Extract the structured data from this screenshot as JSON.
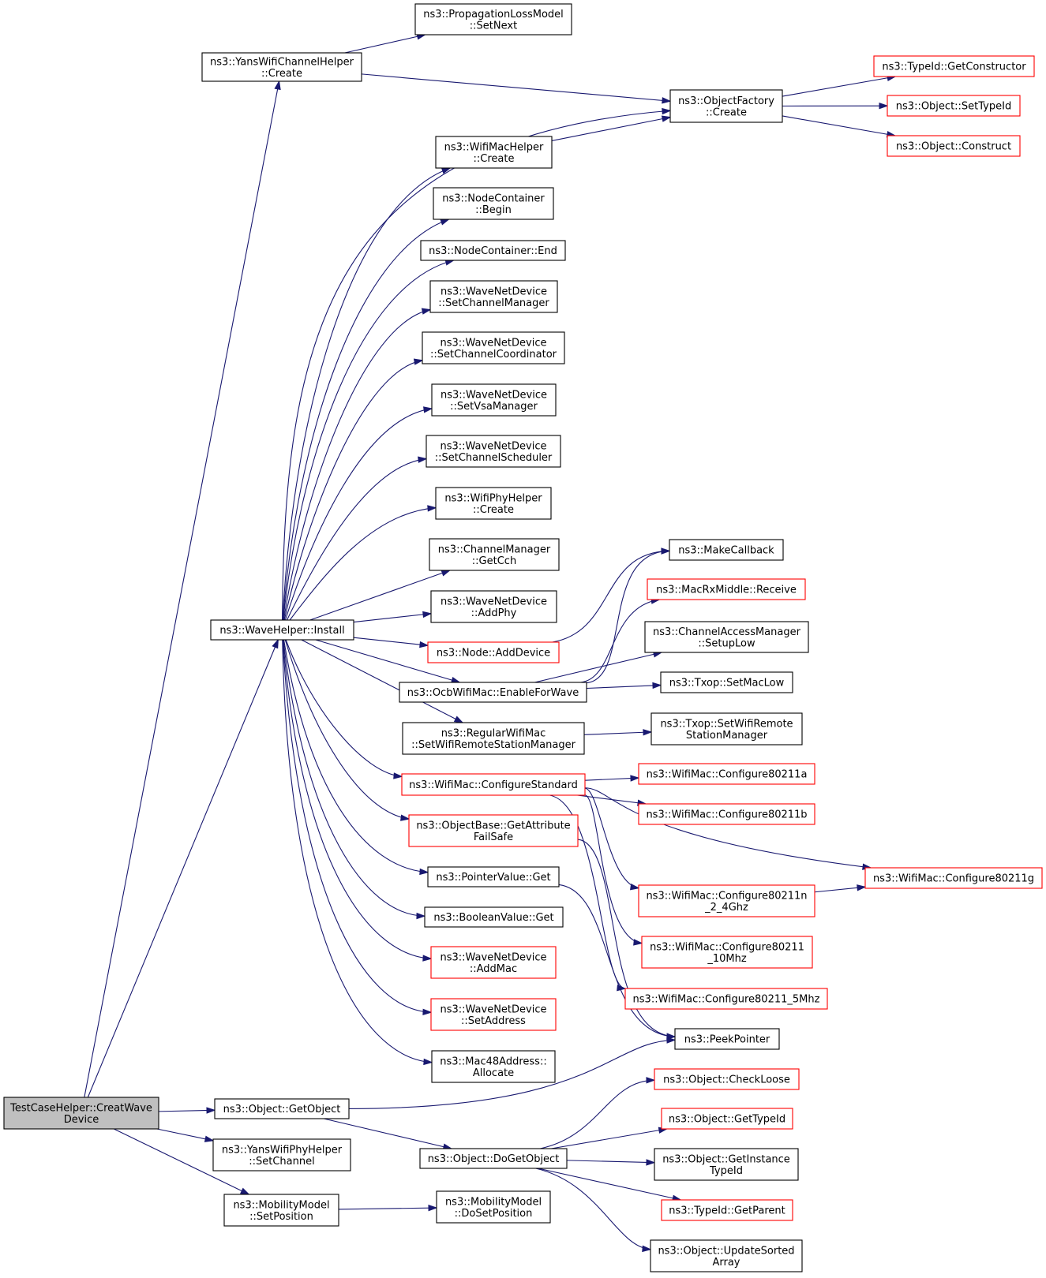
{
  "graph": {
    "nodes": [
      {
        "id": "root",
        "lines": [
          "TestCaseHelper::CreatWave",
          "Device"
        ],
        "style": "root"
      },
      {
        "id": "yans_create",
        "lines": [
          "ns3::YansWifiChannelHelper",
          "::Create"
        ],
        "style": "black"
      },
      {
        "id": "prop_setnext",
        "lines": [
          "ns3::PropagationLossModel",
          "::SetNext"
        ],
        "style": "black"
      },
      {
        "id": "objfactory_create",
        "lines": [
          "ns3::ObjectFactory",
          "::Create"
        ],
        "style": "black"
      },
      {
        "id": "typeid_getconstructor",
        "lines": [
          "ns3::TypeId::GetConstructor"
        ],
        "style": "red"
      },
      {
        "id": "object_settypeid",
        "lines": [
          "ns3::Object::SetTypeId"
        ],
        "style": "red"
      },
      {
        "id": "object_construct",
        "lines": [
          "ns3::Object::Construct"
        ],
        "style": "red"
      },
      {
        "id": "wifimachelper_create",
        "lines": [
          "ns3::WifiMacHelper",
          "::Create"
        ],
        "style": "black"
      },
      {
        "id": "nodecontainer_begin",
        "lines": [
          "ns3::NodeContainer",
          "::Begin"
        ],
        "style": "black"
      },
      {
        "id": "nodecontainer_end",
        "lines": [
          "ns3::NodeContainer::End"
        ],
        "style": "black"
      },
      {
        "id": "wnd_setchannelmanager",
        "lines": [
          "ns3::WaveNetDevice",
          "::SetChannelManager"
        ],
        "style": "black"
      },
      {
        "id": "wnd_setchannelcoordinator",
        "lines": [
          "ns3::WaveNetDevice",
          "::SetChannelCoordinator"
        ],
        "style": "black"
      },
      {
        "id": "wnd_setvsamanager",
        "lines": [
          "ns3::WaveNetDevice",
          "::SetVsaManager"
        ],
        "style": "black"
      },
      {
        "id": "wnd_setchannelscheduler",
        "lines": [
          "ns3::WaveNetDevice",
          "::SetChannelScheduler"
        ],
        "style": "black"
      },
      {
        "id": "wifiphyhelper_create",
        "lines": [
          "ns3::WifiPhyHelper",
          "::Create"
        ],
        "style": "black"
      },
      {
        "id": "channelmanager_getcch",
        "lines": [
          "ns3::ChannelManager",
          "::GetCch"
        ],
        "style": "black"
      },
      {
        "id": "wnd_addphy",
        "lines": [
          "ns3::WaveNetDevice",
          "::AddPhy"
        ],
        "style": "black"
      },
      {
        "id": "wavehelper_install",
        "lines": [
          "ns3::WaveHelper::Install"
        ],
        "style": "black"
      },
      {
        "id": "node_adddevice",
        "lines": [
          "ns3::Node::AddDevice"
        ],
        "style": "red"
      },
      {
        "id": "ocb_enableforwave",
        "lines": [
          "ns3::OcbWifiMac::EnableForWave"
        ],
        "style": "black"
      },
      {
        "id": "regularwifimac_setrsm",
        "lines": [
          "ns3::RegularWifiMac",
          "::SetWifiRemoteStationManager"
        ],
        "style": "black"
      },
      {
        "id": "wifimac_configurestandard",
        "lines": [
          "ns3::WifiMac::ConfigureStandard"
        ],
        "style": "red"
      },
      {
        "id": "objectbase_getattrfailsafe",
        "lines": [
          "ns3::ObjectBase::GetAttribute",
          "FailSafe"
        ],
        "style": "red"
      },
      {
        "id": "pointervalue_get",
        "lines": [
          "ns3::PointerValue::Get"
        ],
        "style": "black"
      },
      {
        "id": "booleanvalue_get",
        "lines": [
          "ns3::BooleanValue::Get"
        ],
        "style": "black"
      },
      {
        "id": "wnd_addmac",
        "lines": [
          "ns3::WaveNetDevice",
          "::AddMac"
        ],
        "style": "red"
      },
      {
        "id": "wnd_setaddress",
        "lines": [
          "ns3::WaveNetDevice",
          "::SetAddress"
        ],
        "style": "red"
      },
      {
        "id": "mac48_allocate",
        "lines": [
          "ns3::Mac48Address::",
          "Allocate"
        ],
        "style": "black"
      },
      {
        "id": "makecallback",
        "lines": [
          "ns3::MakeCallback"
        ],
        "style": "black"
      },
      {
        "id": "macrxmiddle_receive",
        "lines": [
          "ns3::MacRxMiddle::Receive"
        ],
        "style": "red"
      },
      {
        "id": "cam_setuplow",
        "lines": [
          "ns3::ChannelAccessManager",
          "::SetupLow"
        ],
        "style": "black"
      },
      {
        "id": "txop_setmaclow",
        "lines": [
          "ns3::Txop::SetMacLow"
        ],
        "style": "black"
      },
      {
        "id": "txop_setrsm",
        "lines": [
          "ns3::Txop::SetWifiRemote",
          "StationManager"
        ],
        "style": "black"
      },
      {
        "id": "cfg_a",
        "lines": [
          "ns3::WifiMac::Configure80211a"
        ],
        "style": "red"
      },
      {
        "id": "cfg_b",
        "lines": [
          "ns3::WifiMac::Configure80211b"
        ],
        "style": "red"
      },
      {
        "id": "cfg_g",
        "lines": [
          "ns3::WifiMac::Configure80211g"
        ],
        "style": "red"
      },
      {
        "id": "cfg_n24",
        "lines": [
          "ns3::WifiMac::Configure80211n",
          "_2_4Ghz"
        ],
        "style": "red"
      },
      {
        "id": "cfg_10",
        "lines": [
          "ns3::WifiMac::Configure80211",
          "_10Mhz"
        ],
        "style": "red"
      },
      {
        "id": "cfg_5",
        "lines": [
          "ns3::WifiMac::Configure80211_5Mhz"
        ],
        "style": "red"
      },
      {
        "id": "peekpointer",
        "lines": [
          "ns3::PeekPointer"
        ],
        "style": "black"
      },
      {
        "id": "object_checkloose",
        "lines": [
          "ns3::Object::CheckLoose"
        ],
        "style": "red"
      },
      {
        "id": "object_gettypeid",
        "lines": [
          "ns3::Object::GetTypeId"
        ],
        "style": "red"
      },
      {
        "id": "object_getinstancetypeid",
        "lines": [
          "ns3::Object::GetInstance",
          "TypeId"
        ],
        "style": "black"
      },
      {
        "id": "typeid_getparent",
        "lines": [
          "ns3::TypeId::GetParent"
        ],
        "style": "red"
      },
      {
        "id": "object_updatesortedarray",
        "lines": [
          "ns3::Object::UpdateSorted",
          "Array"
        ],
        "style": "black"
      },
      {
        "id": "object_getobject",
        "lines": [
          "ns3::Object::GetObject"
        ],
        "style": "black"
      },
      {
        "id": "object_dogetobject",
        "lines": [
          "ns3::Object::DoGetObject"
        ],
        "style": "black"
      },
      {
        "id": "yansphy_setchannel",
        "lines": [
          "ns3::YansWifiPhyHelper",
          "::SetChannel"
        ],
        "style": "black"
      },
      {
        "id": "mobility_setposition",
        "lines": [
          "ns3::MobilityModel",
          "::SetPosition"
        ],
        "style": "black"
      },
      {
        "id": "mobility_dosetposition",
        "lines": [
          "ns3::MobilityModel",
          "::DoSetPosition"
        ],
        "style": "black"
      }
    ],
    "edges": [
      [
        "root",
        "yans_create"
      ],
      [
        "root",
        "wavehelper_install"
      ],
      [
        "root",
        "object_getobject"
      ],
      [
        "root",
        "yansphy_setchannel"
      ],
      [
        "root",
        "mobility_setposition"
      ],
      [
        "yans_create",
        "prop_setnext"
      ],
      [
        "yans_create",
        "objfactory_create"
      ],
      [
        "objfactory_create",
        "typeid_getconstructor"
      ],
      [
        "objfactory_create",
        "object_settypeid"
      ],
      [
        "objfactory_create",
        "object_construct"
      ],
      [
        "wifimachelper_create",
        "objfactory_create"
      ],
      [
        "wavehelper_install",
        "objfactory_create"
      ],
      [
        "wavehelper_install",
        "wifimachelper_create"
      ],
      [
        "wavehelper_install",
        "nodecontainer_begin"
      ],
      [
        "wavehelper_install",
        "nodecontainer_end"
      ],
      [
        "wavehelper_install",
        "wnd_setchannelmanager"
      ],
      [
        "wavehelper_install",
        "wnd_setchannelcoordinator"
      ],
      [
        "wavehelper_install",
        "wnd_setvsamanager"
      ],
      [
        "wavehelper_install",
        "wnd_setchannelscheduler"
      ],
      [
        "wavehelper_install",
        "wifiphyhelper_create"
      ],
      [
        "wavehelper_install",
        "channelmanager_getcch"
      ],
      [
        "wavehelper_install",
        "wnd_addphy"
      ],
      [
        "wavehelper_install",
        "node_adddevice"
      ],
      [
        "wavehelper_install",
        "ocb_enableforwave"
      ],
      [
        "wavehelper_install",
        "regularwifimac_setrsm"
      ],
      [
        "wavehelper_install",
        "wifimac_configurestandard"
      ],
      [
        "wavehelper_install",
        "objectbase_getattrfailsafe"
      ],
      [
        "wavehelper_install",
        "pointervalue_get"
      ],
      [
        "wavehelper_install",
        "booleanvalue_get"
      ],
      [
        "wavehelper_install",
        "wnd_addmac"
      ],
      [
        "wavehelper_install",
        "wnd_setaddress"
      ],
      [
        "wavehelper_install",
        "mac48_allocate"
      ],
      [
        "node_adddevice",
        "makecallback"
      ],
      [
        "ocb_enableforwave",
        "makecallback"
      ],
      [
        "ocb_enableforwave",
        "macrxmiddle_receive"
      ],
      [
        "ocb_enableforwave",
        "cam_setuplow"
      ],
      [
        "ocb_enableforwave",
        "txop_setmaclow"
      ],
      [
        "regularwifimac_setrsm",
        "txop_setrsm"
      ],
      [
        "wifimac_configurestandard",
        "cfg_a"
      ],
      [
        "wifimac_configurestandard",
        "cfg_b"
      ],
      [
        "wifimac_configurestandard",
        "cfg_g"
      ],
      [
        "wifimac_configurestandard",
        "cfg_n24"
      ],
      [
        "wifimac_configurestandard",
        "cfg_10"
      ],
      [
        "wifimac_configurestandard",
        "cfg_5"
      ],
      [
        "cfg_n24",
        "cfg_g"
      ],
      [
        "objectbase_getattrfailsafe",
        "peekpointer"
      ],
      [
        "pointervalue_get",
        "peekpointer"
      ],
      [
        "object_getobject",
        "peekpointer"
      ],
      [
        "object_getobject",
        "object_dogetobject"
      ],
      [
        "object_dogetobject",
        "object_checkloose"
      ],
      [
        "object_dogetobject",
        "object_gettypeid"
      ],
      [
        "object_dogetobject",
        "object_getinstancetypeid"
      ],
      [
        "object_dogetobject",
        "typeid_getparent"
      ],
      [
        "object_dogetobject",
        "object_updatesortedarray"
      ],
      [
        "mobility_setposition",
        "mobility_dosetposition"
      ]
    ],
    "colors": {
      "edge": "#191970",
      "black_border": "#000000",
      "red_border": "#ff0000",
      "root_fill": "#bfbfbf"
    }
  }
}
